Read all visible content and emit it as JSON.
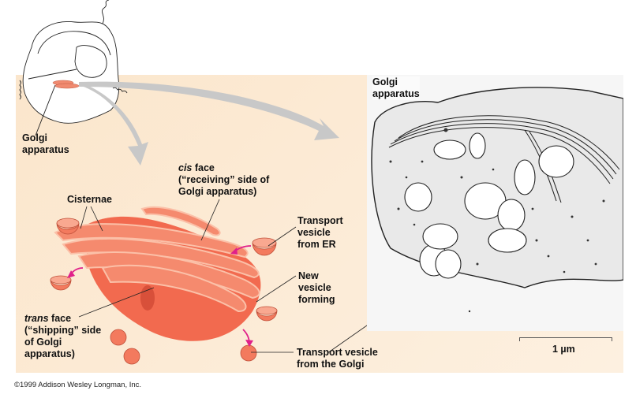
{
  "figure": {
    "copyright": "©1999 Addison Wesley Longman, Inc.",
    "colors": {
      "panel_bg": "#fbe6cc",
      "golgi_fill": "#f26a4f",
      "golgi_light": "#f9a08a",
      "arrow_gray": "#c8c8c8",
      "magenta_arrow": "#e0208a"
    }
  },
  "cell_inset": {
    "label_line1": "Golgi",
    "label_line2": "apparatus"
  },
  "drawing_labels": {
    "cis_word": "cis",
    "cis_line1_rest": " face",
    "cis_line2": "(“receiving” side of",
    "cis_line3": "Golgi apparatus)",
    "cisternae": "Cisternae",
    "transport_er_1": "Transport",
    "transport_er_2": "vesicle",
    "transport_er_3": "from ER",
    "new_vesicle_1": "New",
    "new_vesicle_2": "vesicle",
    "new_vesicle_3": "forming",
    "trans_word": "trans",
    "trans_line1_rest": " face",
    "trans_line2": "(“shipping” side",
    "trans_line3": "of Golgi",
    "trans_line4": "apparatus)",
    "transport_golgi_1": "Transport vesicle",
    "transport_golgi_2": "from the Golgi"
  },
  "micrograph": {
    "label_line1": "Golgi",
    "label_line2": "apparatus",
    "scale_bar": "1 µm"
  }
}
